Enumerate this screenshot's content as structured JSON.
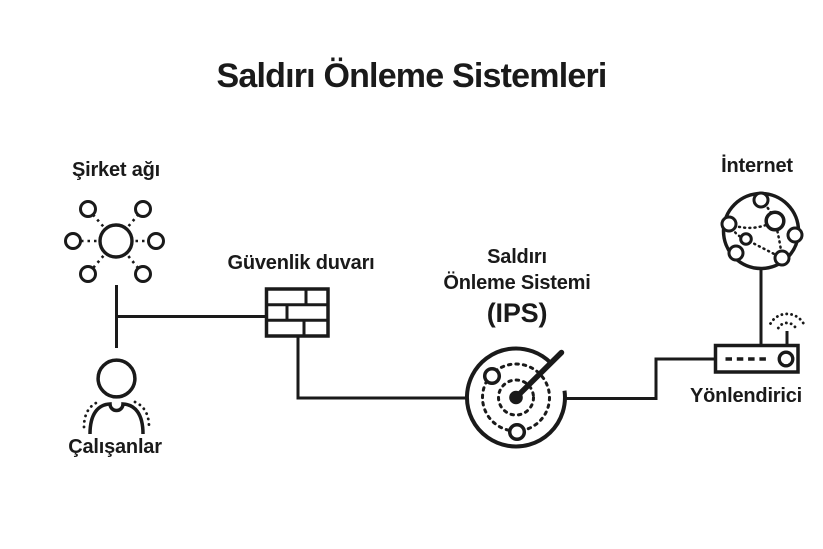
{
  "title": "Saldırı Önleme Sistemleri",
  "colors": {
    "ink": "#1a1a1a",
    "background": "#ffffff"
  },
  "nodes": {
    "company_network": {
      "label": "Şirket ağı",
      "icon": "network-icon"
    },
    "employees": {
      "label": "Çalışanlar",
      "icon": "person-icon"
    },
    "firewall": {
      "label": "Güvenlik duvarı",
      "icon": "brick-wall-icon"
    },
    "ips": {
      "label_lines": [
        "Saldırı",
        "Önleme Sistemi"
      ],
      "acronym": "(IPS)",
      "icon": "radar-icon"
    },
    "internet": {
      "label": "İnternet",
      "icon": "globe-icon"
    },
    "router": {
      "label": "Yönlendirici",
      "icon": "router-icon"
    }
  },
  "connections": [
    {
      "from": "company_network",
      "to": "employees"
    },
    {
      "from": "company_network",
      "to": "firewall"
    },
    {
      "from": "firewall",
      "to": "ips"
    },
    {
      "from": "ips",
      "to": "router"
    },
    {
      "from": "internet",
      "to": "router"
    }
  ]
}
